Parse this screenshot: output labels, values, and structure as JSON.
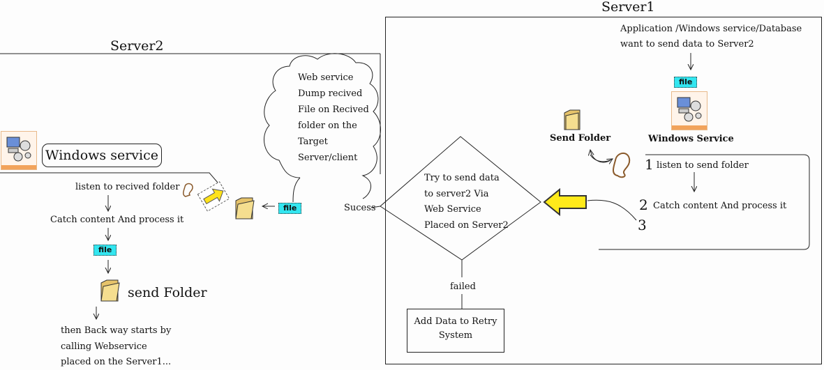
{
  "server1": {
    "title": "Server1",
    "source_line1": "Application /Windows service/Database",
    "source_line2": "want to send data to Server2",
    "file_tag": "file",
    "windows_service_label": "Windows Service",
    "send_folder_label": "Send Folder",
    "step1_num": "1",
    "step1_text": "listen to send folder",
    "step2_num": "2",
    "step2_text": "Catch content And process it",
    "step3_num": "3",
    "decision_lines": [
      "Try to send data",
      "to server2 Via",
      "Web Service",
      "Placed on Server2"
    ],
    "failed_label": "failed",
    "retry_lines": [
      "Add Data to Retry",
      "System"
    ],
    "success_label": "Sucess"
  },
  "server2": {
    "title": "Server2",
    "cloud_lines": [
      "Web service",
      "Dump recived",
      "File on Recived",
      "folder on the",
      "Target",
      "Server/client"
    ],
    "file_tag": "file",
    "windows_service_label": "Windows service",
    "listen_text": "listen to recived folder",
    "catch_text": "Catch content And process it",
    "file_tag2": "file",
    "send_folder_label": "send Folder",
    "back_lines": [
      "then Back way starts by",
      "calling Webservice",
      "placed on the Server1..."
    ]
  }
}
